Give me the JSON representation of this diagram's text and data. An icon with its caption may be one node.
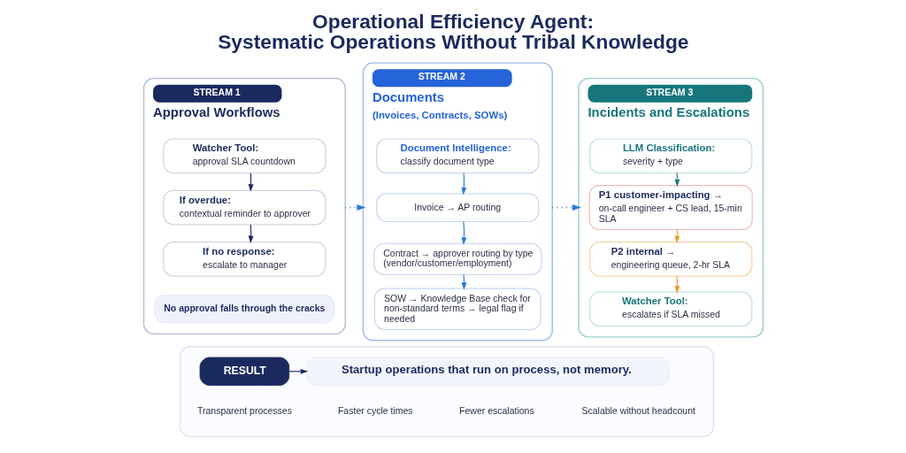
{
  "diagram": {
    "title": "Operational Efficiency Agent: Systematic Operations Without Tribal Knowledge",
    "nodes": [
      {
        "text": [
          "STREAM 1",
          "Approval Workflows"
        ]
      },
      {
        "text": [
          "Watcher Tool:",
          "approval SLA countdown"
        ],
        "in": 0
      },
      {
        "text": [
          "If overdue:",
          "contextual reminder to approver"
        ],
        "in": 0
      },
      {
        "text": [
          "If no response:",
          "escalate to manager"
        ],
        "in": 0
      },
      {
        "text": [
          "No approval falls through the cracks"
        ],
        "in": 0
      },
      {
        "text": [
          "STREAM 2",
          "Documents",
          "(Invoices, Contracts, SOWs)"
        ]
      },
      {
        "text": [
          "Document Intelligence:",
          "classify document type"
        ],
        "in": 5
      },
      {
        "text": [
          "Invoice → AP routing"
        ],
        "in": 5
      },
      {
        "text": [
          "Contract → approver routing by type (vendor/customer/employment)"
        ],
        "in": 5
      },
      {
        "text": [
          "SOW → Knowledge Base check for non-standard terms → legal flag if needed"
        ],
        "in": 5
      },
      {
        "text": [
          "STREAM 3",
          "Incidents and Escalations"
        ]
      },
      {
        "text": [
          "LLM Classification:",
          "severity + type"
        ],
        "in": 10
      },
      {
        "text": [
          "P1 customer-impacting →",
          "on-call engineer + CS lead, 15-min SLA"
        ],
        "in": 10
      },
      {
        "text": [
          "P2 internal →",
          "engineering queue, 2-hr SLA"
        ],
        "in": 10
      },
      {
        "text": [
          "Watcher Tool:",
          "escalates if SLA missed"
        ],
        "in": 10
      },
      {
        "text": [],
        "shape": "box"
      },
      {
        "text": [
          "RESULT"
        ],
        "in": 15
      },
      {
        "text": [
          "Startup operations that run on process, not memory."
        ],
        "in": 15
      }
    ],
    "edges": [
      {
        "from": 1,
        "to": 2,
        "arrow": "to",
        "color": "#1b2a5e"
      },
      {
        "from": 2,
        "to": 3,
        "arrow": "to",
        "color": "#1b2a5e"
      },
      {
        "from": 0,
        "to": 5,
        "arrow": "to",
        "style": "dashed"
      },
      {
        "from": 6,
        "to": 7,
        "arrow": "to"
      },
      {
        "from": 7,
        "to": 8,
        "arrow": "to"
      },
      {
        "from": 8,
        "to": 9,
        "arrow": "to"
      },
      {
        "from": 5,
        "to": 10,
        "arrow": "to",
        "style": "dashed"
      },
      {
        "from": 11,
        "to": 12,
        "arrow": "to",
        "color": "#17767c"
      },
      {
        "from": 12,
        "to": 13,
        "arrow": "to",
        "color": "#f29a2e"
      },
      {
        "from": 13,
        "to": 14,
        "arrow": "to",
        "color": "#f29a2e"
      },
      {
        "from": 16,
        "to": 17,
        "arrow": "to",
        "color": "#1b2a5e"
      }
    ],
    "labels": [
      "Transparent processes",
      "Faster cycle times",
      "Fewer escalations",
      "Scalable without headcount"
    ]
  }
}
